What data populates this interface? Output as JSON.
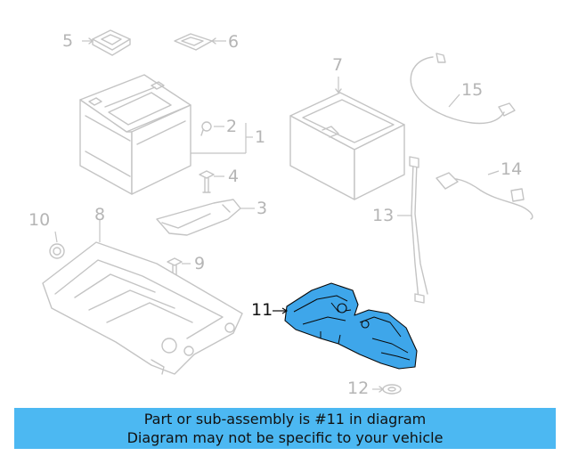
{
  "diagram": {
    "callouts": [
      {
        "id": "c1",
        "label": "1"
      },
      {
        "id": "c2",
        "label": "2"
      },
      {
        "id": "c3",
        "label": "3"
      },
      {
        "id": "c4",
        "label": "4"
      },
      {
        "id": "c5",
        "label": "5"
      },
      {
        "id": "c6",
        "label": "6"
      },
      {
        "id": "c7",
        "label": "7"
      },
      {
        "id": "c8",
        "label": "8"
      },
      {
        "id": "c9",
        "label": "9"
      },
      {
        "id": "c10",
        "label": "10"
      },
      {
        "id": "c11",
        "label": "11"
      },
      {
        "id": "c12",
        "label": "12"
      },
      {
        "id": "c13",
        "label": "13"
      },
      {
        "id": "c14",
        "label": "14"
      },
      {
        "id": "c15",
        "label": "15"
      }
    ],
    "highlighted_part": "11",
    "highlight_color": "#3ea6ea",
    "muted_color": "#c4c4c4"
  },
  "banner": {
    "line1": "Part or sub-assembly is #11 in diagram",
    "line2": "Diagram may not be specific to your vehicle",
    "background": "#4cb8f2"
  }
}
